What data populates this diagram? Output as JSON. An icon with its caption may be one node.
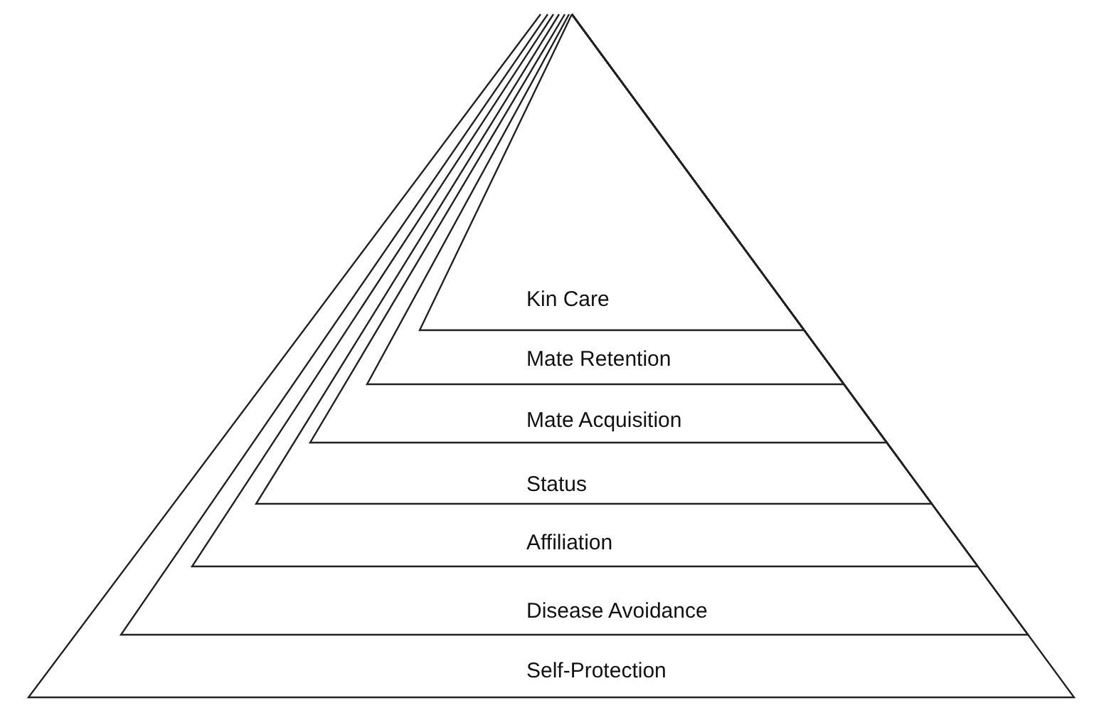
{
  "diagram": {
    "nodes": [
      {
        "text": [
          "Kin Care"
        ],
        "in": 1
      },
      {
        "text": [
          "Mate Retention"
        ],
        "in": 2
      },
      {
        "text": [
          "Mate Acquisition"
        ],
        "in": 3
      },
      {
        "text": [
          "Status"
        ],
        "in": 4
      },
      {
        "text": [
          "Affiliation"
        ],
        "in": 5
      },
      {
        "text": [
          "Disease Avoidance"
        ],
        "in": 6
      },
      {
        "text": [
          "Self-Protection"
        ]
      }
    ]
  }
}
